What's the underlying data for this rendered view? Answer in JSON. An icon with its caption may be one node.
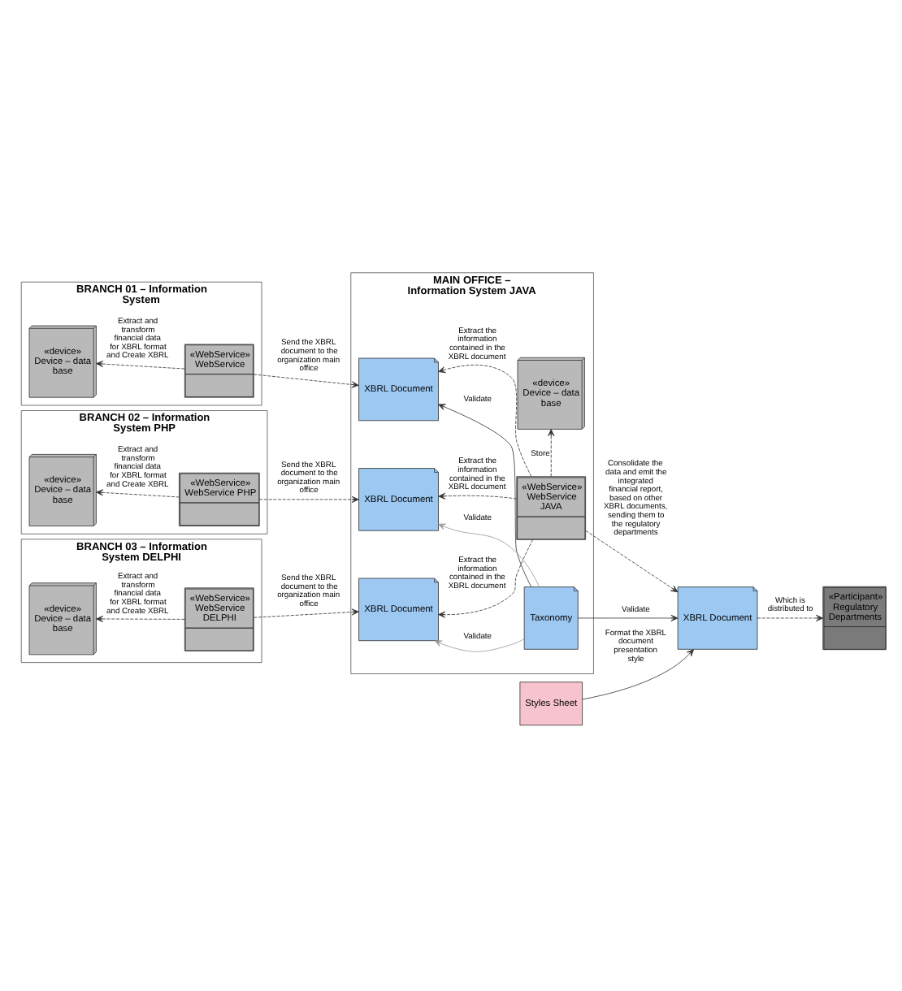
{
  "diagram": {
    "nodes": [
      {
        "text": [
          "BRANCH 01 – Information System"
        ]
      },
      {
        "text": [
          "«device»",
          "Device – data base"
        ],
        "in": 0
      },
      {
        "text": [
          "«WebService»",
          "WebService"
        ],
        "in": 0
      },
      {
        "text": [
          "BRANCH 02 – Information System PHP"
        ]
      },
      {
        "text": [
          "«device»",
          "Device – data base"
        ],
        "in": 3
      },
      {
        "text": [
          "«WebService»",
          "WebService PHP"
        ],
        "in": 3
      },
      {
        "text": [
          "BRANCH 03 – Information System DELPHI"
        ]
      },
      {
        "text": [
          "«device»",
          "Device – data base"
        ],
        "in": 6
      },
      {
        "text": [
          "«WebService»",
          "WebService DELPHI"
        ],
        "in": 6
      },
      {
        "text": [
          "MAIN OFFICE – Information System JAVA"
        ]
      },
      {
        "text": [
          "Taxonomy"
        ],
        "in": 9
      },
      {
        "text": [
          "XBRL Document"
        ],
        "in": 9
      },
      {
        "text": [
          "XBRL Document"
        ],
        "in": 9
      },
      {
        "text": [
          "XBRL Document"
        ],
        "in": 9
      },
      {
        "text": [
          "«WebService»",
          "WebService JAVA"
        ],
        "in": 9
      },
      {
        "text": [
          "«device»",
          "Device – data base"
        ],
        "in": 9
      },
      {
        "text": [
          "XBRL Document"
        ]
      },
      {
        "text": [
          "«Participant»",
          "Regulatory Departments"
        ]
      },
      {
        "text": [
          "Styles Sheet"
        ]
      }
    ],
    "edges": [
      {
        "from": 2,
        "to": 1,
        "arrow": "to",
        "style": "dashed",
        "label": "Extract and transform financial data for XBRL format and Create XBRL"
      },
      {
        "from": 2,
        "to": 11,
        "arrow": "to",
        "style": "dashed",
        "label": "Send the XBRL document to the organization main office"
      },
      {
        "from": 5,
        "to": 4,
        "arrow": "to",
        "style": "dashed",
        "label": "Extract and transform financial data for XBRL format and Create XBRL"
      },
      {
        "from": 5,
        "to": 12,
        "arrow": "to",
        "style": "dashed",
        "label": "Send the XBRL document to the organization main office"
      },
      {
        "from": 8,
        "to": 7,
        "arrow": "to",
        "style": "dashed",
        "label": "Extract and transform financial data for XBRL format and Create XBRL"
      },
      {
        "from": 8,
        "to": 13,
        "arrow": "to",
        "style": "dashed",
        "label": "Send the XBRL document to the organization main office"
      },
      {
        "from": 10,
        "to": 11,
        "arrow": "to",
        "label": "Validate"
      },
      {
        "from": 10,
        "to": 12,
        "arrow": "to",
        "label": "Validate",
        "color": "#999999"
      },
      {
        "from": 10,
        "to": 13,
        "arrow": "to",
        "label": "Validate",
        "color": "#999999"
      },
      {
        "from": 10,
        "to": 16,
        "arrow": "to",
        "label": "Validate"
      },
      {
        "from": 14,
        "to": 11,
        "arrow": "to",
        "style": "dashed",
        "label": "Extract the information contained in the XBRL document"
      },
      {
        "from": 14,
        "to": 12,
        "arrow": "to",
        "style": "dashed",
        "label": "Extract the information contained in the XBRL document"
      },
      {
        "from": 14,
        "to": 13,
        "arrow": "to",
        "style": "dashed",
        "label": "Extract the information contained in the XBRL document"
      },
      {
        "from": 14,
        "to": 15,
        "arrow": "to",
        "style": "dashed",
        "label": "Store"
      },
      {
        "from": 14,
        "to": 16,
        "arrow": "to",
        "style": "dashed",
        "label": "Consolidate the data and emit the integrated financial report, based on other XBRL documents, sending them to the regulatory departments"
      },
      {
        "from": 16,
        "to": 17,
        "arrow": "to",
        "style": "dashed",
        "label": "Which is distributed to"
      },
      {
        "from": 18,
        "to": 16,
        "arrow": "to",
        "label": "Format the XBRL document presentation style"
      }
    ]
  }
}
